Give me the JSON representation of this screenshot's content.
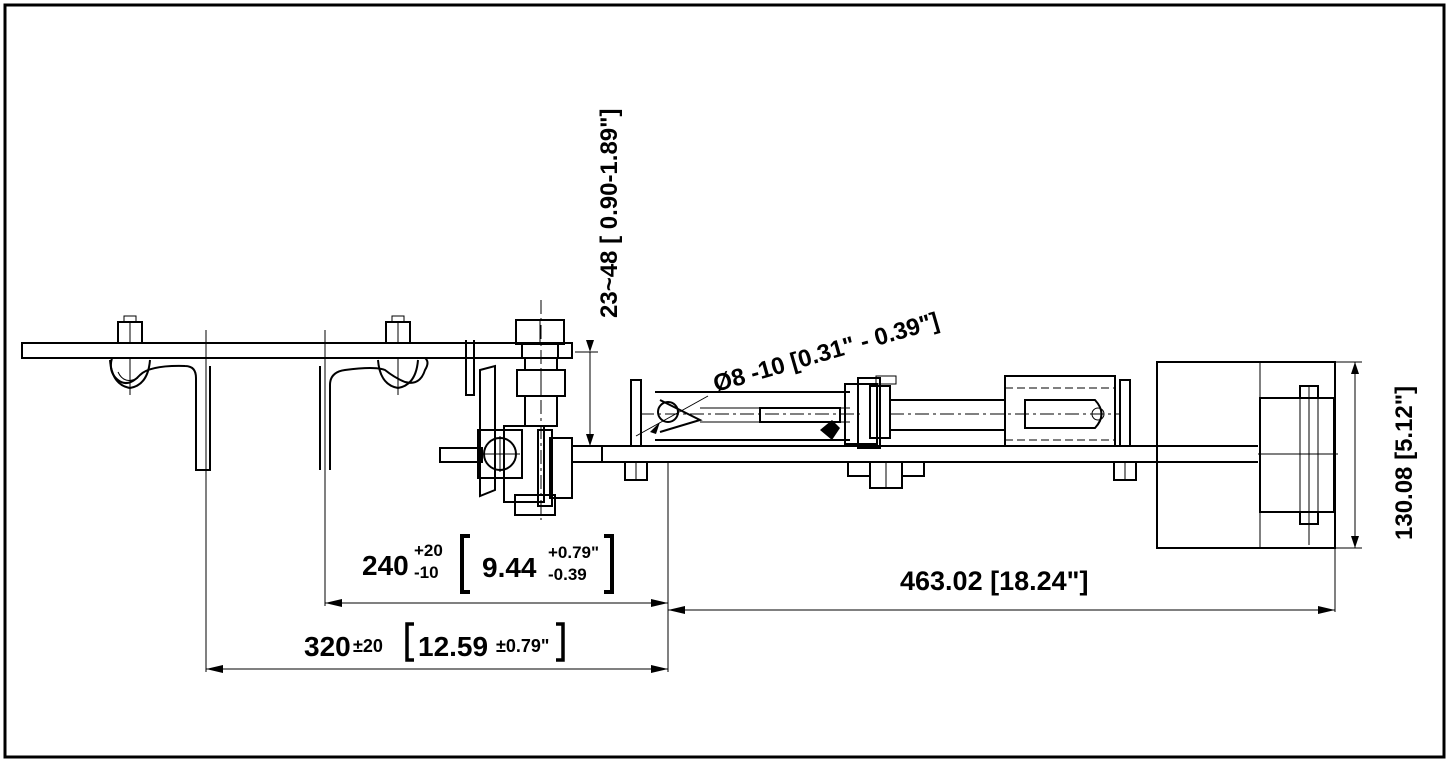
{
  "drawing": {
    "dim_vertical_gap": "23~48 [ 0.90-1.89\"]",
    "dim_diameter": "Ø8 -10 [0.31\" - 0.39\"]",
    "dim_240": {
      "base": "240",
      "tol_upper": "+20",
      "tol_lower": "-10",
      "inch_base": "9.44",
      "inch_tol_upper": "+0.79\"",
      "inch_tol_lower": "-0.39"
    },
    "dim_320": {
      "base": "320",
      "tol": "±20",
      "inch_base": "12.59",
      "inch_tol": "±0.79\""
    },
    "dim_463": "463.02 [18.24\"]",
    "dim_130": "130.08 [5.12\"]"
  }
}
